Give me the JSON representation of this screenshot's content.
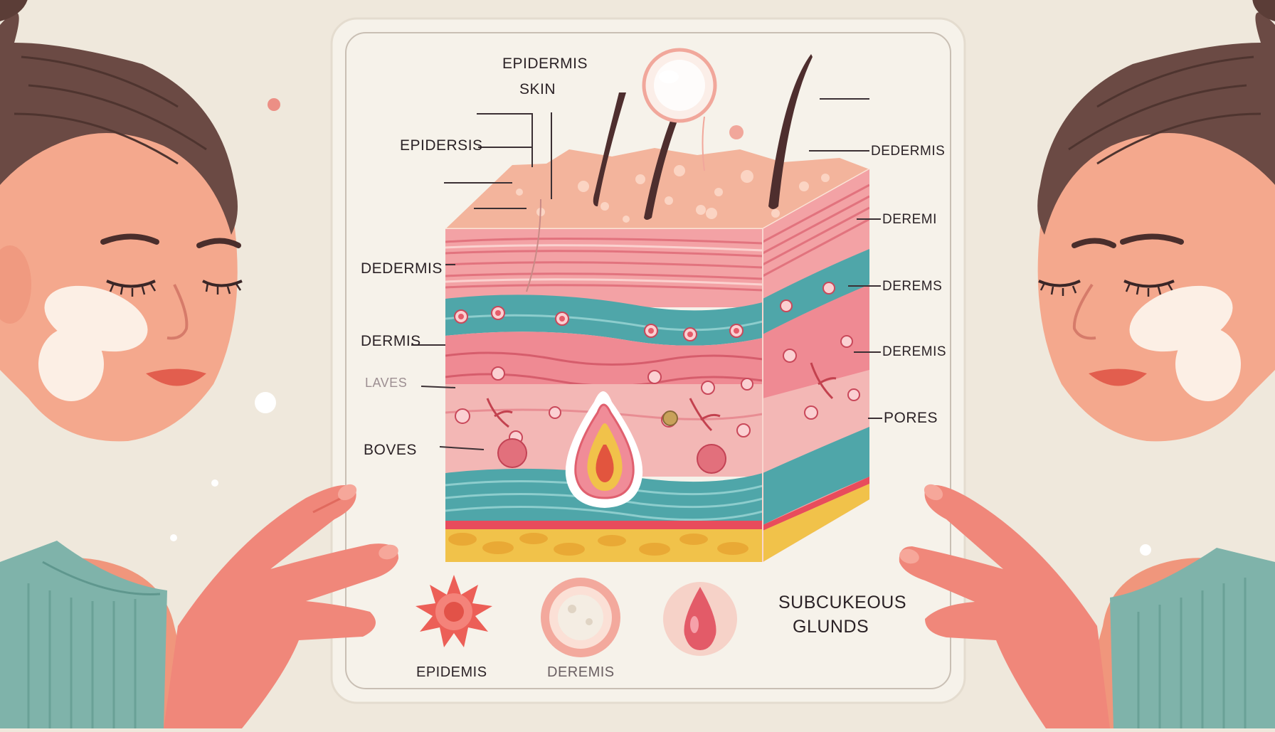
{
  "labels": {
    "top_title_1": "EPIDERMIS",
    "top_title_2": "SKIN",
    "left_1": "EPIDERSIS",
    "left_2": "DEDERMIS",
    "left_3": "DERMIS",
    "left_4": "LAVES",
    "left_5": "BOVES",
    "right_1": "DEDERMIS",
    "right_2": "DEREMI",
    "right_3": "DEREMS",
    "right_4": "DEREMIS",
    "right_5": "PORES"
  },
  "legend": {
    "item_1": "EPIDEMIS",
    "item_2": "DEREMIS",
    "note_line_1": "SUBCUKEOUS",
    "note_line_2": "GLUNDS"
  },
  "colors": {
    "background": "#efe8dc",
    "card": "#f6f2ea",
    "skin": "#f2a58c",
    "epidermis_top": "#f3b49c",
    "dermis_pink": "#ef8a93",
    "teal_layer": "#4fa6a9",
    "fat_yellow": "#f1c24a",
    "hair": "#4e2e2e",
    "sweater": "#7fb3aa"
  }
}
